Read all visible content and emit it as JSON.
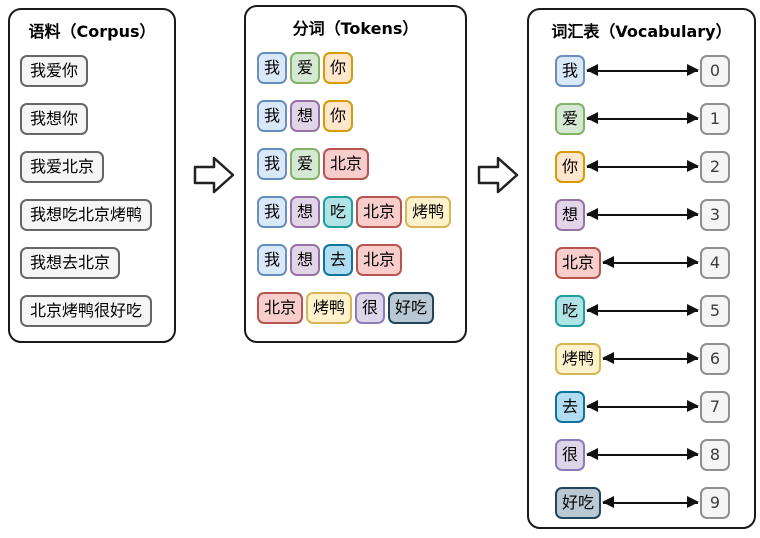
{
  "panels": {
    "corpus": {
      "title": "语料（Corpus）",
      "sentences": [
        "我爱你",
        "我想你",
        "我爱北京",
        "我想吃北京烤鸭",
        "我想去北京",
        "北京烤鸭很好吃"
      ]
    },
    "tokens": {
      "title": "分词（Tokens）",
      "rows": [
        [
          "我",
          "爱",
          "你"
        ],
        [
          "我",
          "想",
          "你"
        ],
        [
          "我",
          "爱",
          "北京"
        ],
        [
          "我",
          "想",
          "吃",
          "北京",
          "烤鸭"
        ],
        [
          "我",
          "想",
          "去",
          "北京"
        ],
        [
          "北京",
          "烤鸭",
          "很",
          "好吃"
        ]
      ]
    },
    "vocabulary": {
      "title": "词汇表（Vocabulary）",
      "entries": [
        {
          "token": "我",
          "index": "0"
        },
        {
          "token": "爱",
          "index": "1"
        },
        {
          "token": "你",
          "index": "2"
        },
        {
          "token": "想",
          "index": "3"
        },
        {
          "token": "北京",
          "index": "4"
        },
        {
          "token": "吃",
          "index": "5"
        },
        {
          "token": "烤鸭",
          "index": "6"
        },
        {
          "token": "去",
          "index": "7"
        },
        {
          "token": "很",
          "index": "8"
        },
        {
          "token": "好吃",
          "index": "9"
        }
      ]
    }
  },
  "token_colors": {
    "我": {
      "fill": "#dae8fc",
      "stroke": "#6c8ebf"
    },
    "爱": {
      "fill": "#d5e8d4",
      "stroke": "#82b366"
    },
    "你": {
      "fill": "#ffe6cc",
      "stroke": "#d79b00"
    },
    "想": {
      "fill": "#e1d5e7",
      "stroke": "#9673a6"
    },
    "北京": {
      "fill": "#f8cecc",
      "stroke": "#b85450"
    },
    "吃": {
      "fill": "#b0e3e6",
      "stroke": "#1f9e9e"
    },
    "烤鸭": {
      "fill": "#fff2cc",
      "stroke": "#d6b656"
    },
    "去": {
      "fill": "#b1ddf0",
      "stroke": "#10739e"
    },
    "很": {
      "fill": "#ddd6ea",
      "stroke": "#8a7cb8"
    },
    "好吃": {
      "fill": "#bac8d3",
      "stroke": "#23445d"
    }
  },
  "style_colors": {
    "panel_stroke": "#1a1a1a",
    "plain_box_fill": "#f5f5f5",
    "sentence_box_stroke": "#666666",
    "number_box_stroke": "#909090",
    "arrow_color": "#111111"
  },
  "icons": {
    "flow_arrow": "hollow right block arrow"
  }
}
